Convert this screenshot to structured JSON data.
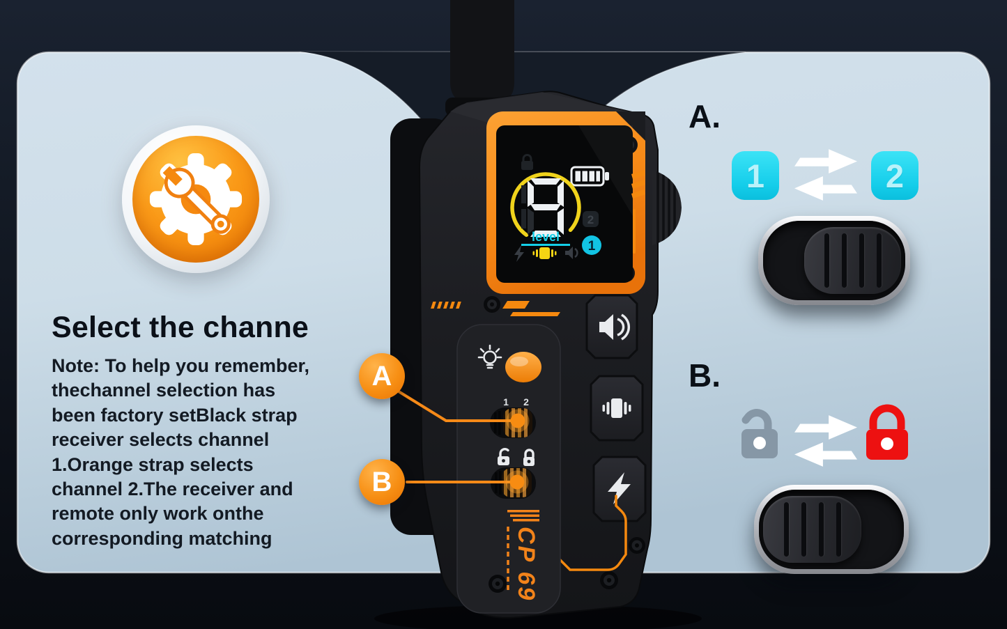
{
  "left_panel": {
    "heading": "Select the channe",
    "note": "Note: To help you remember,\nthechannel selection has\nbeen factory setBlack strap\nreceiver selects channel\n1.Orange strap selects\nchannel 2.The receiver and\nremote only work onthe\ncorresponding matching"
  },
  "callouts": {
    "a_label": "A",
    "b_label": "B"
  },
  "device": {
    "model_text": "CP 69",
    "screen": {
      "level_value": "9",
      "level_label": "level",
      "active_channel_badge": "1",
      "inactive_channel_badge": "2"
    },
    "channel_switch_labels": {
      "one": "1",
      "two": "2"
    }
  },
  "right_panel": {
    "section_a": {
      "label": "A.",
      "badge_1": "1",
      "badge_2": "2"
    },
    "section_b": {
      "label": "B."
    }
  },
  "colors": {
    "accent_orange": "#f68a18",
    "cyan": "#1fd5ef",
    "alert_red": "#ed1111",
    "screen_yellow": "#f0d31c",
    "screen_cyan": "#14cfe8",
    "card_blue": "#c9dae6",
    "background_navy": "#131a24"
  }
}
